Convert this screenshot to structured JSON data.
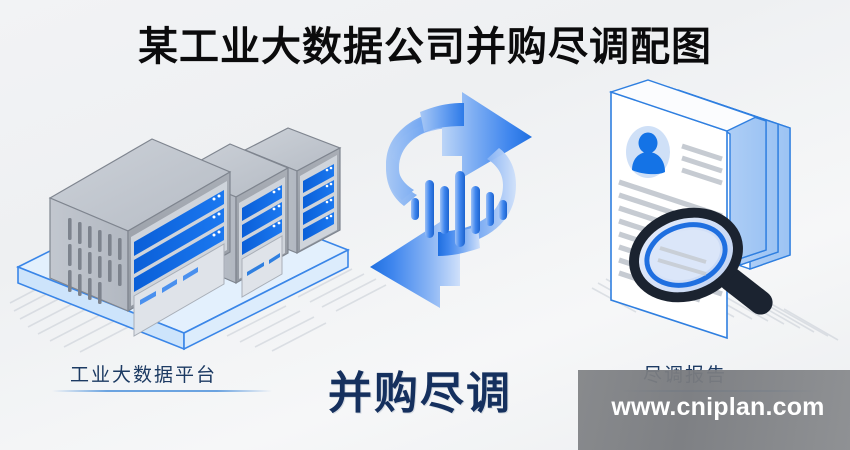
{
  "page": {
    "title": "某工业大数据公司并购尽调配图",
    "center_caption": "并购尽调",
    "background_color": "#f1f2f4"
  },
  "left_figure": {
    "name": "industrial-big-data-platform",
    "label": "工业大数据平台",
    "description": "isometric server racks on a blue platform",
    "server_count": 3,
    "colors": {
      "body": "#9ea4ad",
      "body_light": "#c3c8d0",
      "top": "#b9bec6",
      "drive_bay": "#0b66e3",
      "platform": "#dfeefc",
      "platform_edge": "#2f7fe0"
    }
  },
  "center_figure": {
    "name": "data-exchange-cycle",
    "description": "circular exchange arrows with waveform data bars",
    "arrow_top_direction": "right",
    "arrow_bottom_direction": "left",
    "waveform_bars": 7,
    "colors": {
      "arrow_light": "#a9c9f5",
      "arrow_mid": "#4a90ee",
      "arrow_dark": "#1f6fe0"
    }
  },
  "right_figure": {
    "name": "due-diligence-report",
    "label": "尽调报告",
    "description": "stacked documents with avatar, text lines and magnifying glass",
    "page_count": 4,
    "text_line_count": 11,
    "colors": {
      "paper": "#ffffff",
      "paper_edge": "#2f7fe0",
      "avatar_bg": "#cfe0f7",
      "avatar_fg": "#1473e6",
      "text_line": "#c6cbd2",
      "lens_rim": "#1b2330",
      "lens_glass": "#cfdcf5",
      "lens_ring": "#1f6fe0",
      "handle": "#1b2330"
    }
  },
  "watermark": {
    "text": "www.cniplan.com",
    "bar_color": "#808285",
    "text_color": "#ffffff"
  }
}
